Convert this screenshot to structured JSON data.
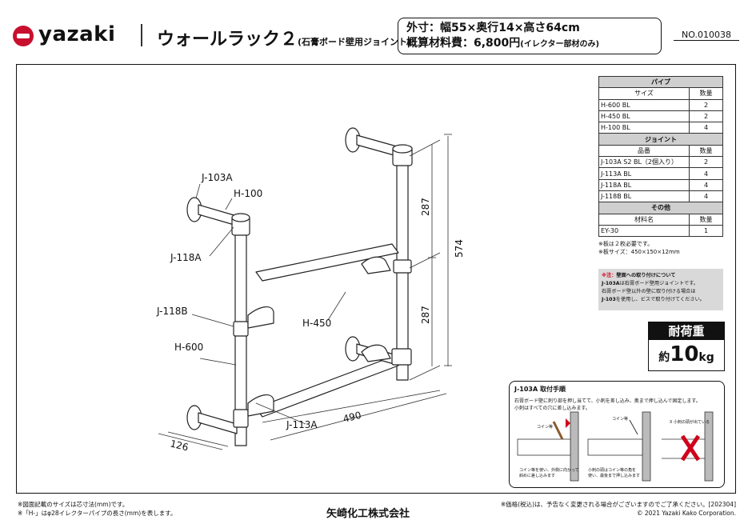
{
  "header": {
    "brand": "yazaki",
    "title": "ウォールラック２",
    "title_sub": "(石膏ボード壁用ジョイント)",
    "spec_size": "外寸：幅55×奥行14×高さ64cm",
    "spec_price": "概算材料費：6,800円",
    "spec_price_note": "(イレクター部材のみ)",
    "product_no": "NO.010038"
  },
  "diagram": {
    "labels": [
      "J-103A",
      "H-100",
      "J-118A",
      "J-118B",
      "H-450",
      "H-600",
      "J-113A"
    ],
    "dims": {
      "top": "287",
      "bottom": "287",
      "total": "574",
      "width": "490",
      "depth": "126"
    }
  },
  "parts": {
    "pipe_title": "パイプ",
    "pipe_headers": [
      "サイズ",
      "数量"
    ],
    "pipes": [
      [
        "H-600 BL",
        "2"
      ],
      [
        "H-450 BL",
        "2"
      ],
      [
        "H-100 BL",
        "4"
      ]
    ],
    "joint_title": "ジョイント",
    "joint_headers": [
      "品番",
      "数量"
    ],
    "joints": [
      [
        "J-103A S2 BL（2個入り）",
        "2"
      ],
      [
        "J-113A BL",
        "4"
      ],
      [
        "J-118A BL",
        "4"
      ],
      [
        "J-118B BL",
        "4"
      ]
    ],
    "other_title": "その他",
    "other_headers": [
      "材料名",
      "数量"
    ],
    "others": [
      [
        "EY-30",
        "1"
      ]
    ],
    "notes": [
      "※板は２枚必要です。",
      "※板サイズ：450×150×12mm"
    ]
  },
  "caution": {
    "label": "※注：",
    "line1": "壁面への取り付けについて",
    "line2a": "J-103A",
    "line2b": "は石膏ボード壁用ジョイントです。",
    "line3": "石膏ボード壁以外の壁に取り付ける場合は",
    "line4a": "J-103",
    "line4b": "を使用し、ビスで取り付けてください。"
  },
  "load": {
    "label": "耐荷重",
    "prefix": "約",
    "value": "10",
    "unit": "kg"
  },
  "install": {
    "title": "J-103A 取付手順",
    "desc1": "石膏ボード壁に刺り部を押し当てて、小刺を差し込み、奥まで押し込んで固定します。",
    "desc2": "小刺はすべての穴に差し込みます。",
    "tags": [
      "コイン等",
      "コイン等",
      "X 小刺の頭が出ている"
    ],
    "cap1a": "コイン等を使い、外側に向かって",
    "cap1b": "斜めに差し込みます",
    "cap2a": "小刺の頭はコイン等の角を",
    "cap2b": "使い、最後まで押し込みます"
  },
  "footer": {
    "left1": "※図面記載のサイズは芯寸法(mm)です。",
    "left2": "※「H-」はφ28イレクターパイプの長さ(mm)を表します。",
    "company": "矢崎化工株式会社",
    "right1": "※価格(税込)は、予告なく変更される場合がございますのでご了承ください。[202304]",
    "right2": "© 2021 Yazaki Kako Corporation."
  },
  "colors": {
    "brand": "#c8102e",
    "caution": "#d0021b",
    "table_header": "#cfcfcf"
  }
}
